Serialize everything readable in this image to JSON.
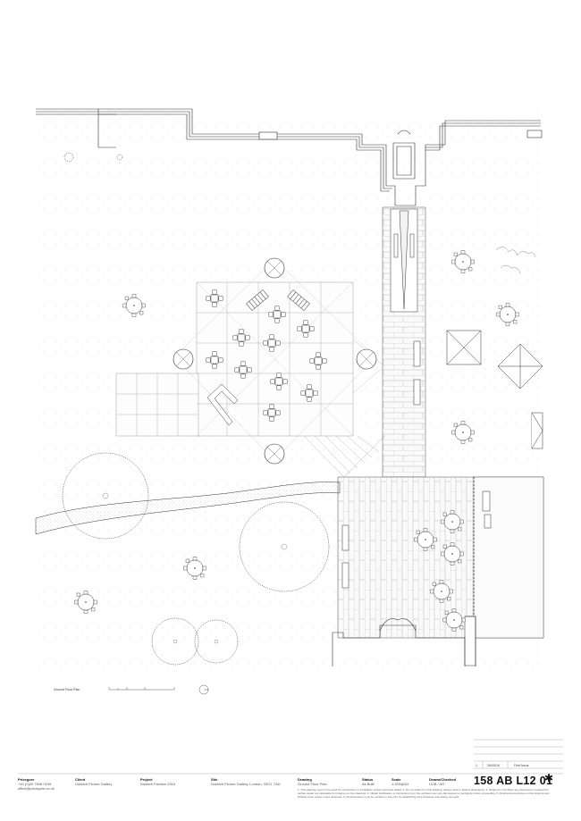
{
  "drawing_label": "Ground Floor Plan",
  "revision": {
    "number": "1",
    "date": "26/05/19",
    "description": "First Issue"
  },
  "title_block": {
    "architect": {
      "name": "Pricegore",
      "phone": "+44 (0)20 7846 0199",
      "email": "office@pricegore.co.uk"
    },
    "client": {
      "label": "Client",
      "value": "Dulwich Picture Gallery"
    },
    "project": {
      "label": "Project",
      "value": "Dulwich Pavilion 2019"
    },
    "site": {
      "label": "Site",
      "value": "Dulwich Picture Gallery, London, SE21 7AD"
    },
    "drawing": {
      "label": "Drawing",
      "value": "Ground Floor Plan"
    },
    "status": {
      "label": "Status",
      "value": "As Built"
    },
    "scale": {
      "label": "Scale",
      "value": "1:200@A3"
    },
    "drawn": {
      "label": "Drawn/Checked",
      "value": "LV/B / AO"
    },
    "notes": "1. This drawing must not be used for construction or installation unless expressly stated. 2. Do not scale from this drawing. Always work to figured dimensions. 3. Obtain from Architect any dimensions required but neither stated nor calculable from figures on the drawings. 4. Obtain clarification or instructions from the architect over any discrepancy or ambiguity before proceeding. 5. All dimensions shown on this drawing and finished sizes unless noted otherwise. 6. All dimensions must be verified on site prior to establishing shop drawings and setting out work.",
    "drawing_number": "158 AB L12 01",
    "symbol": "✱"
  }
}
